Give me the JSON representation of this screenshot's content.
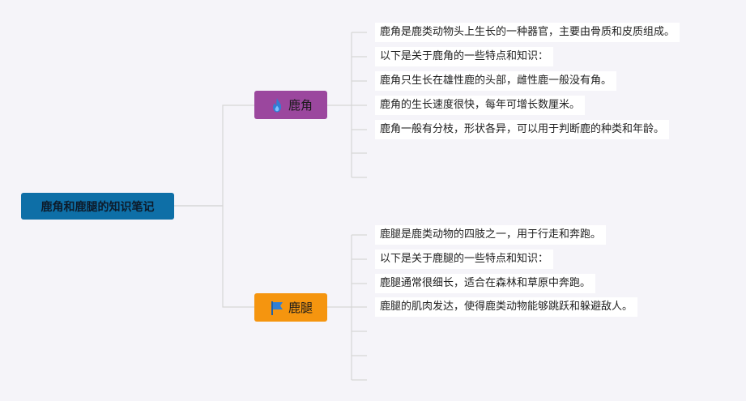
{
  "root": {
    "label": "鹿角和鹿腿的知识笔记"
  },
  "branches": [
    {
      "label": "鹿角",
      "icon": "fire-icon",
      "color": "#9b479e",
      "leaves": [
        "鹿角是鹿类动物头上生长的一种器官，主要由骨质和皮质组成。",
        "以下是关于鹿角的一些特点和知识：",
        "鹿角只生长在雄性鹿的头部，雌性鹿一般没有角。",
        "鹿角的生长速度很快，每年可增长数厘米。",
        "鹿角一般有分枝，形状各异，可以用于判断鹿的种类和年龄。",
        "",
        ""
      ]
    },
    {
      "label": "鹿腿",
      "icon": "flag-icon",
      "color": "#f5950f",
      "leaves": [
        "鹿腿是鹿类动物的四肢之一，用于行走和奔跑。",
        "以下是关于鹿腿的一些特点和知识：",
        "鹿腿通常很细长，适合在森林和草原中奔跑。",
        "鹿腿的肌肉发达，使得鹿类动物能够跳跃和躲避敌人。",
        "",
        "",
        ""
      ]
    }
  ]
}
